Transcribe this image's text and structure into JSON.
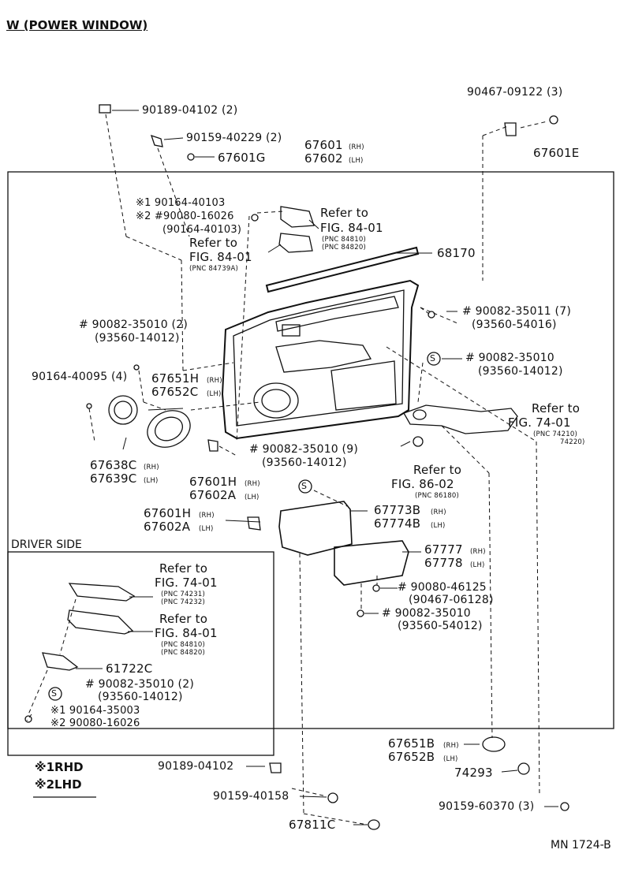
{
  "title": "W (POWER WINDOW)",
  "driver_side": "DRIVER SIDE",
  "footer_code": "MN 1724-B",
  "legend": [
    "※1RHD",
    "※2LHD"
  ],
  "labels": {
    "p1": "90189-04102 (2)",
    "p2": "90159-40229 (2)",
    "p3": "67601G",
    "p4a": "67601",
    "p4b": "(RH)",
    "p4c": "67602",
    "p4d": "(LH)",
    "p5": "90467-09122 (3)",
    "p6": "67601E",
    "p7a": "※1 90164-40103",
    "p7b": "※2 #90080-16026",
    "p7c": "(90164-40103)",
    "r1a": "Refer to",
    "r1b": "FIG. 84-01",
    "r1c": "(PNC 84810)",
    "r1d": "(PNC 84820)",
    "r2a": "Refer to",
    "r2b": "FIG. 84-01",
    "r2c": "(PNC 84739A)",
    "p8": "68170",
    "p9a": "# 90082-35011 (7)",
    "p9b": "(93560-54016)",
    "p10a": "# 90082-35010 (2)",
    "p10b": "(93560-14012)",
    "p11": "90164-40095 (4)",
    "p12a": "67651H",
    "p12b": "(RH)",
    "p12c": "67652C",
    "p12d": "(LH)",
    "p13a": "# 90082-35010",
    "p13b": "(93560-14012)",
    "r3a": "Refer to",
    "r3b": "FIG. 74-01",
    "r3c": "(PNC 74210)",
    "r3d": "74220)",
    "p14a": "67638C",
    "p14b": "(RH)",
    "p14c": "67639C",
    "p14d": "(LH)",
    "p15a": "67601H",
    "p15b": "(RH)",
    "p15c": "67602A",
    "p15d": "(LH)",
    "p16a": "# 90082-35010 (9)",
    "p16b": "(93560-14012)",
    "r4a": "Refer to",
    "r4b": "FIG. 86-02",
    "r4c": "(PNC 86180)",
    "p17a": "67601H",
    "p17b": "(RH)",
    "p17c": "67602A",
    "p17d": "(LH)",
    "p18a": "67773B",
    "p18b": "(RH)",
    "p18c": "67774B",
    "p18d": "(LH)",
    "p19a": "67777",
    "p19b": "(RH)",
    "p19c": "67778",
    "p19d": "(LH)",
    "p20a": "# 90080-46125",
    "p20b": "(90467-06128)",
    "p21a": "# 90082-35010",
    "p21b": "(93560-54012)",
    "r5a": "Refer to",
    "r5b": "FIG. 74-01",
    "r5c": "(PNC 74231)",
    "r5d": "(PNC 74232)",
    "r6a": "Refer to",
    "r6b": "FIG. 84-01",
    "r6c": "(PNC 84810)",
    "r6d": "(PNC 84820)",
    "p22": "61722C",
    "p23a": "# 90082-35010 (2)",
    "p23b": "(93560-14012)",
    "p24a": "※1 90164-35003",
    "p24b": "※2 90080-16026",
    "p25a": "67651B",
    "p25b": "(RH)",
    "p25c": "67652B",
    "p25d": "(LH)",
    "p26": "74293",
    "p27": "90189-04102",
    "p28": "90159-40158",
    "p29": "90159-60370 (3)",
    "p30": "67811C",
    "s_mark": "S"
  }
}
